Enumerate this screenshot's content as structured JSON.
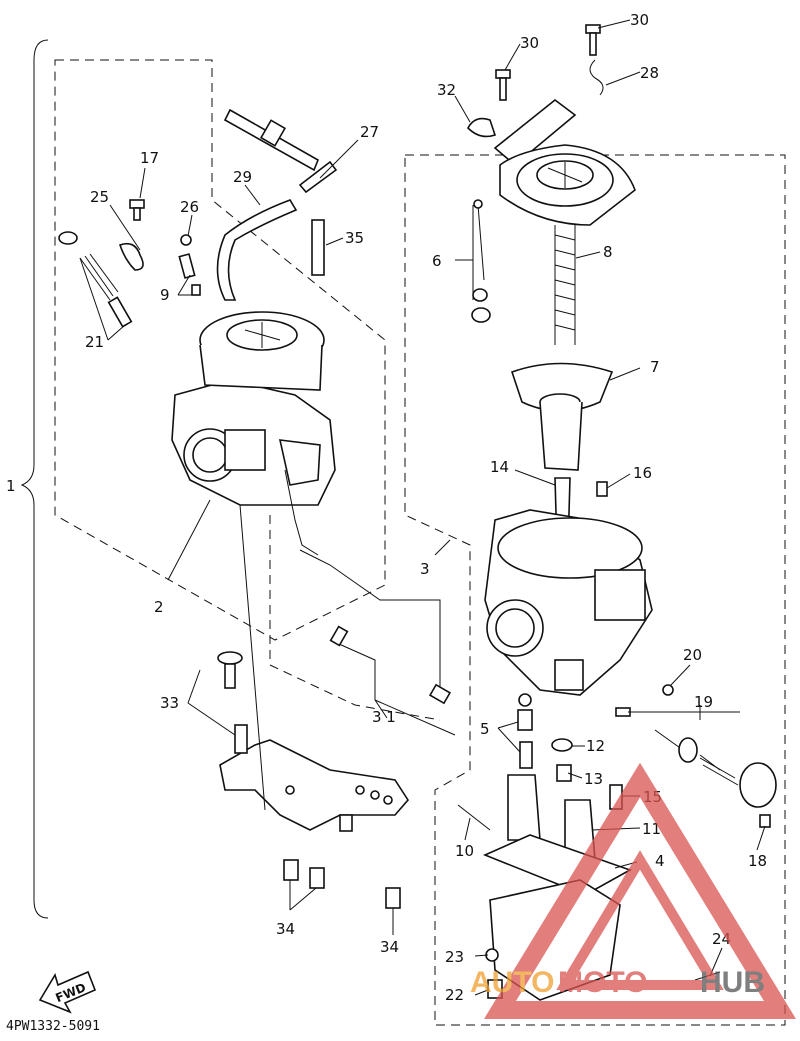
{
  "callouts": {
    "c1": "1",
    "c2": "2",
    "c3": "3",
    "c4": "4",
    "c5": "5",
    "c6": "6",
    "c7": "7",
    "c8": "8",
    "c9": "9",
    "c10": "10",
    "c11": "11",
    "c12": "12",
    "c13": "13",
    "c14": "14",
    "c15": "15",
    "c16": "16",
    "c17": "17",
    "c18": "18",
    "c19": "19",
    "c20": "20",
    "c21": "21",
    "c22": "22",
    "c23": "23",
    "c24": "24",
    "c25": "25",
    "c26": "26",
    "c27": "27",
    "c28": "28",
    "c29": "29",
    "c30a": "30",
    "c30b": "30",
    "c31": "3 1",
    "c32": "32",
    "c33": "33",
    "c34a": "34",
    "c34b": "34",
    "c35": "35"
  },
  "fwd_label": "FWD",
  "diagram_code": "4PW1332-5091",
  "watermark": {
    "part1": "AUTO",
    "part2": "MOTO",
    "part3": "HUB"
  },
  "colors": {
    "line": "#111111",
    "watermark_red": "#d9534f",
    "watermark_orange": "#f0a030",
    "watermark_gray": "#555555"
  }
}
